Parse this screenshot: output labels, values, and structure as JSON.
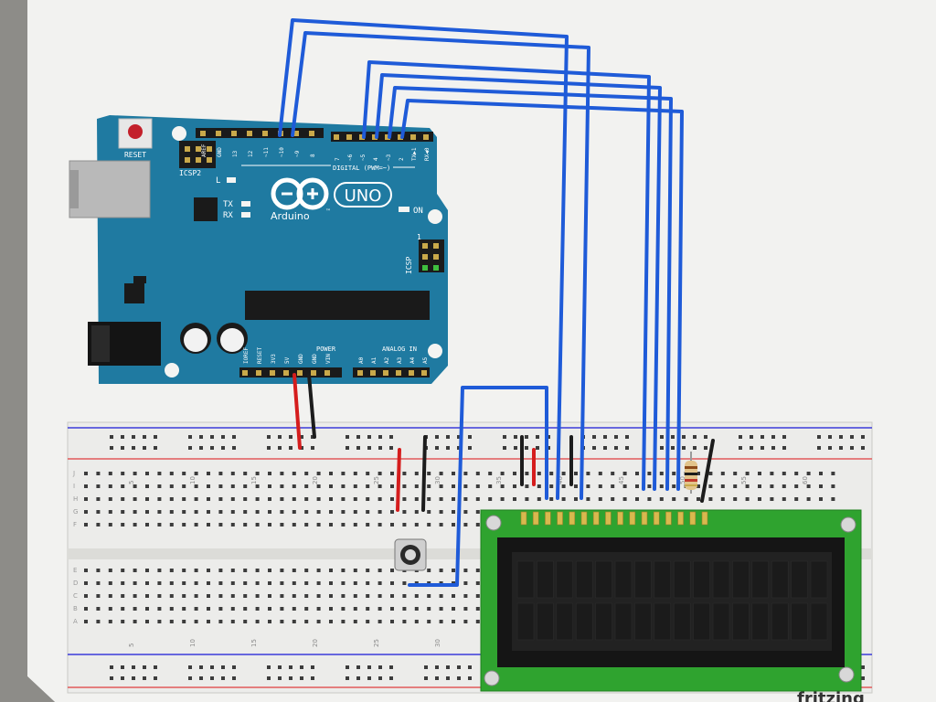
{
  "board": {
    "logo_text": "UNO",
    "brand": "Arduino",
    "tm": "™",
    "reset_label": "RESET",
    "icsp2_label": "ICSP2",
    "icsp_label": "ICSP",
    "led_l_label": "L",
    "tx_label": "TX",
    "rx_label": "RX",
    "on_label": "ON",
    "digital_label": "DIGITAL (PWM=~)",
    "power_label": "POWER",
    "analog_label": "ANALOG IN",
    "icsp_pin1": "1",
    "top_header_left": [
      "AREF",
      "GND",
      "13",
      "12",
      "~11",
      "~10",
      "~9",
      "8"
    ],
    "top_header_right": [
      "7",
      "~6",
      "~5",
      "4",
      "~3",
      "2",
      "TX▶1",
      "RX◀0"
    ],
    "power_pins": [
      "IOREF",
      "RESET",
      "3V3",
      "5V",
      "GND",
      "GND",
      "VIN"
    ],
    "analog_pins": [
      "A0",
      "A1",
      "A2",
      "A3",
      "A4",
      "A5"
    ]
  },
  "breadboard": {
    "row_letters_top": [
      "J",
      "I",
      "H",
      "G",
      "F"
    ],
    "row_letters_bottom": [
      "E",
      "D",
      "C",
      "B",
      "A"
    ],
    "column_numbers": [
      "5",
      "10",
      "15",
      "20",
      "25",
      "30",
      "35",
      "40",
      "45",
      "50",
      "55",
      "60"
    ]
  },
  "components": {
    "lcd": "16x2 LCD",
    "potentiometer": "potentiometer",
    "resistor": "resistor"
  },
  "footer": {
    "watermark": "fritzing"
  },
  "colors": {
    "board_blue": "#1f7aa1",
    "wire_blue": "#1f5bd8",
    "wire_red": "#d51d1d",
    "wire_black": "#1c1c1c",
    "lcd_pcb": "#2fa32f",
    "breadboard": "#eeeeea",
    "page": "#f4f4f2"
  }
}
